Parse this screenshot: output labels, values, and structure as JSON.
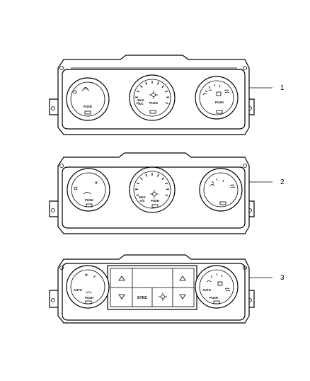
{
  "callouts": [
    {
      "label": "1"
    },
    {
      "label": "2"
    },
    {
      "label": "3"
    }
  ],
  "knob_text": {
    "push": "PUSH",
    "auto": "AUTO",
    "max_ac": "MAX\nA/C",
    "sync": "SYNC"
  }
}
